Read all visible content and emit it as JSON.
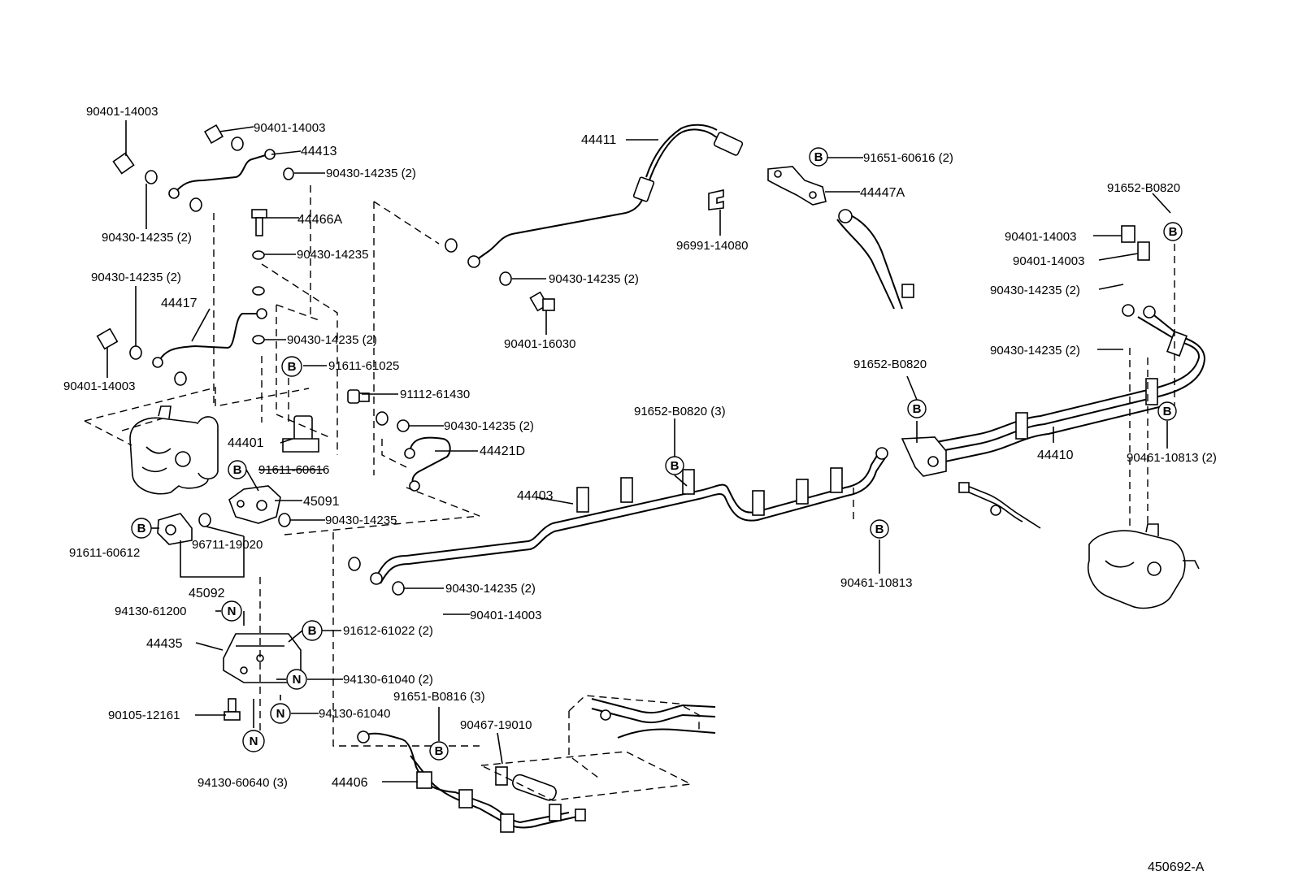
{
  "drawing_id": "450692-A",
  "labels": {
    "l01": "90401-14003",
    "l02": "90401-14003",
    "l03": "44413",
    "l04": "90430-14235 (2)",
    "l05": "90430-14235 (2)",
    "l06": "44466A",
    "l07": "90430-14235",
    "l08": "90430-14235 (2)",
    "l09": "44417",
    "l10": "90430-14235 (2)",
    "l11": "90401-14003",
    "l12": "91611-61025",
    "l13": "91112-61430",
    "l14": "90430-14235 (2)",
    "l15": "44401",
    "l16": "44421D",
    "l17": "91611-60616",
    "l18": "45091",
    "l19": "90430-14235",
    "l20": "91611-60612",
    "l21": "96711-19020",
    "l22": "45092",
    "l23": "94130-61200",
    "l24": "44435",
    "l25": "91612-61022 (2)",
    "l26": "94130-61040 (2)",
    "l27": "90105-12161",
    "l28": "94130-61040",
    "l29": "94130-60640 (3)",
    "l30": "44411",
    "l31": "91651-60616 (2)",
    "l32": "44447A",
    "l33": "96991-14080",
    "l34": "90430-14235 (2)",
    "l35": "90401-16030",
    "l36": "91652-B0820",
    "l37": "90401-14003",
    "l38": "90401-14003",
    "l39": "90430-14235 (2)",
    "l40": "90430-14235 (2)",
    "l41": "91652-B0820",
    "l42": "91652-B0820 (3)",
    "l43": "44410",
    "l44": "90461-10813 (2)",
    "l45": "44403",
    "l46": "90461-10813",
    "l47": "90430-14235 (2)",
    "l48": "90401-14003",
    "l49": "91651-B0816 (3)",
    "l50": "90467-19010",
    "l51": "44406"
  },
  "markers": {
    "B": "B",
    "N": "N"
  }
}
